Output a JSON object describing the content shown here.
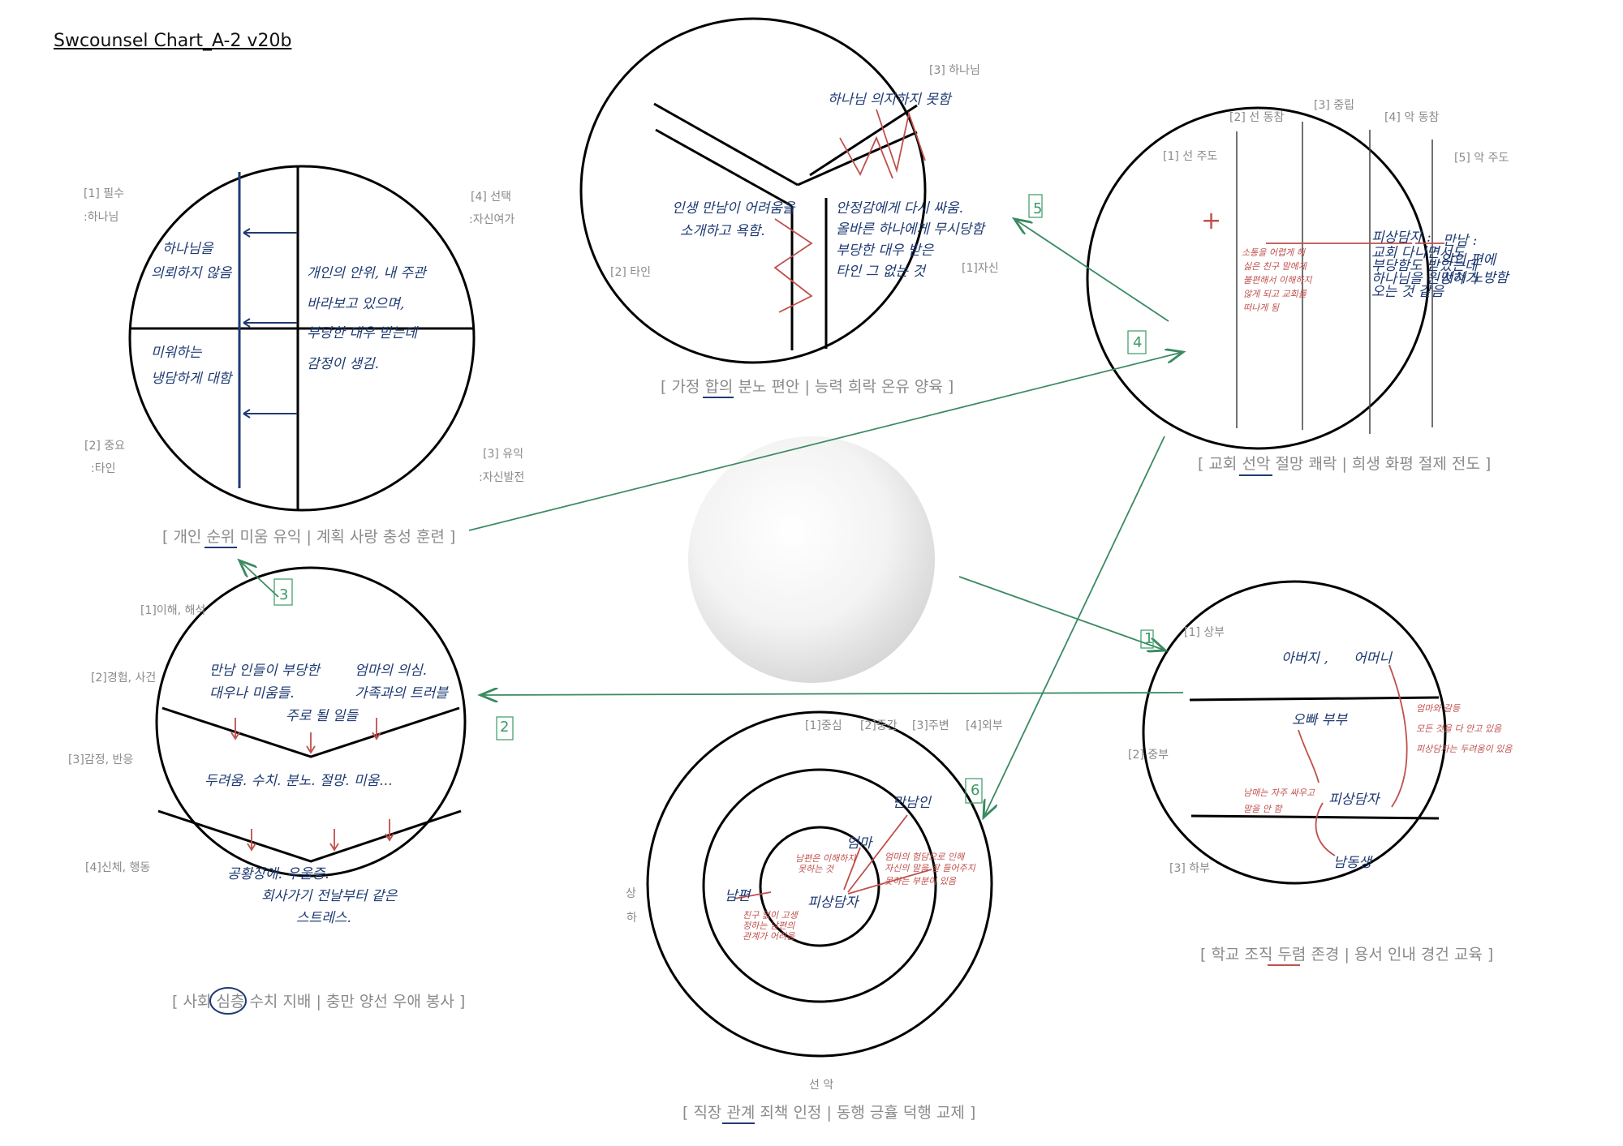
{
  "title": "Swcounsel Chart_A-2 v20b",
  "colors": {
    "ink": "#111111",
    "blue": "#1f3b73",
    "red": "#c0504d",
    "green": "#3a8a62",
    "label": "#8a8a8a"
  },
  "c1": {
    "caption": "[ 개인 순위 미움 유익 | 계획 사랑 충성 훈련 ]",
    "labels": [
      "[1] 필수",
      ":하나님",
      "[4] 선택",
      ":자신여가",
      "[2] 중요",
      ":타인",
      "[3] 유익",
      ":자신발전"
    ],
    "notes": [
      "하나님을",
      "의뢰하지 않음",
      "개인의 안위, 내 주관",
      "바라보고 있으며,",
      "부당한 대우 받는데",
      "감정이 생김.",
      "미워하는",
      "냉담하게 대함"
    ]
  },
  "c2": {
    "caption": "[ 가정 합의 분노 편안 | 능력 희락 온유 양육 ]",
    "labels": [
      "[3] 하나님",
      "[2] 타인",
      "[1]자신"
    ],
    "notes": [
      "하나님 의지하지 못함",
      "인생 만남이 어려움을",
      "소개하고 욕함.",
      "안정감에게 다시 싸움.",
      "올바른 하나에게 무시당함",
      "부당한 대우 받은",
      "타인 그 없는 것"
    ]
  },
  "c3": {
    "caption": "[ 교회 선악 절망 쾌락 | 희생 화평 절제 전도 ]",
    "labels": [
      "[1] 선 주도",
      "[2] 선 동참",
      "[3] 중립",
      "[4] 악 동참",
      "[5] 악 주도"
    ],
    "notes_red": [
      "소통을 어렵게 해",
      "싫은 친구 말에게",
      "불편해서 이해하지",
      "않게 되고 교회를",
      "떠나게 됨"
    ],
    "notes_blue": [
      "피상담자 :",
      "교회 다니면서도",
      "부당함도 받았는데",
      "하나님을 원망하기",
      "오는 것 같음",
      "만남 :",
      "악의 편에",
      "서서 노방함"
    ]
  },
  "c4": {
    "caption": "[ 사회 심층 수치 지배 | 충만 양선 우애 봉사 ]",
    "labels": [
      "[1]이해, 해석",
      "[2]경험, 사건",
      "[3]감정, 반응",
      "[4]신체, 행동"
    ],
    "notes": [
      "만남 인들이 부당한",
      "대우나 미움들.",
      "엄마의 의심.",
      "가족과의 트러블",
      "주로 될 일들",
      "두려움. 수치. 분노. 절망. 미움...",
      "공황장애. 우울증.",
      "회사가기 전날부터 같은",
      "스트레스."
    ]
  },
  "c5": {
    "caption": "[ 직장 관계 죄책 인정 | 동행 긍휼 덕행 교제 ]",
    "labels": [
      "[1]중심",
      "[2]중간",
      "[3]주변",
      "[4]외부",
      "상",
      "하",
      "선 악"
    ],
    "notes_blue": [
      "남편",
      "엄마",
      "피상담자",
      "만남인"
    ],
    "notes_red": [
      "남편은 이해하지",
      "못하는 것",
      "친구 없이 고생",
      "정하는 남편의",
      "관계가 어려움",
      "엄마의 험담으로 인해",
      "자신의 말을 잘 들어주지",
      "못하는 부분이 있음"
    ]
  },
  "c6": {
    "caption": "[ 학교 조직 두렴 존경 | 용서 인내 경건 교육 ]",
    "labels": [
      "[1] 상부",
      "[2] 중부",
      "[3] 하부"
    ],
    "notes_blue": [
      "아버지 ,",
      "어머니",
      "오빠 부부",
      "피상담자",
      "남동생"
    ],
    "notes_red": [
      "엄마와 갈등",
      "모든 것을 다 안고 있음",
      "피상담자는 두려움이 있음",
      "남매는 자주 싸우고",
      "말을 안 함"
    ]
  },
  "arrow_numbers": [
    "1",
    "2",
    "3",
    "4",
    "5",
    "6"
  ]
}
